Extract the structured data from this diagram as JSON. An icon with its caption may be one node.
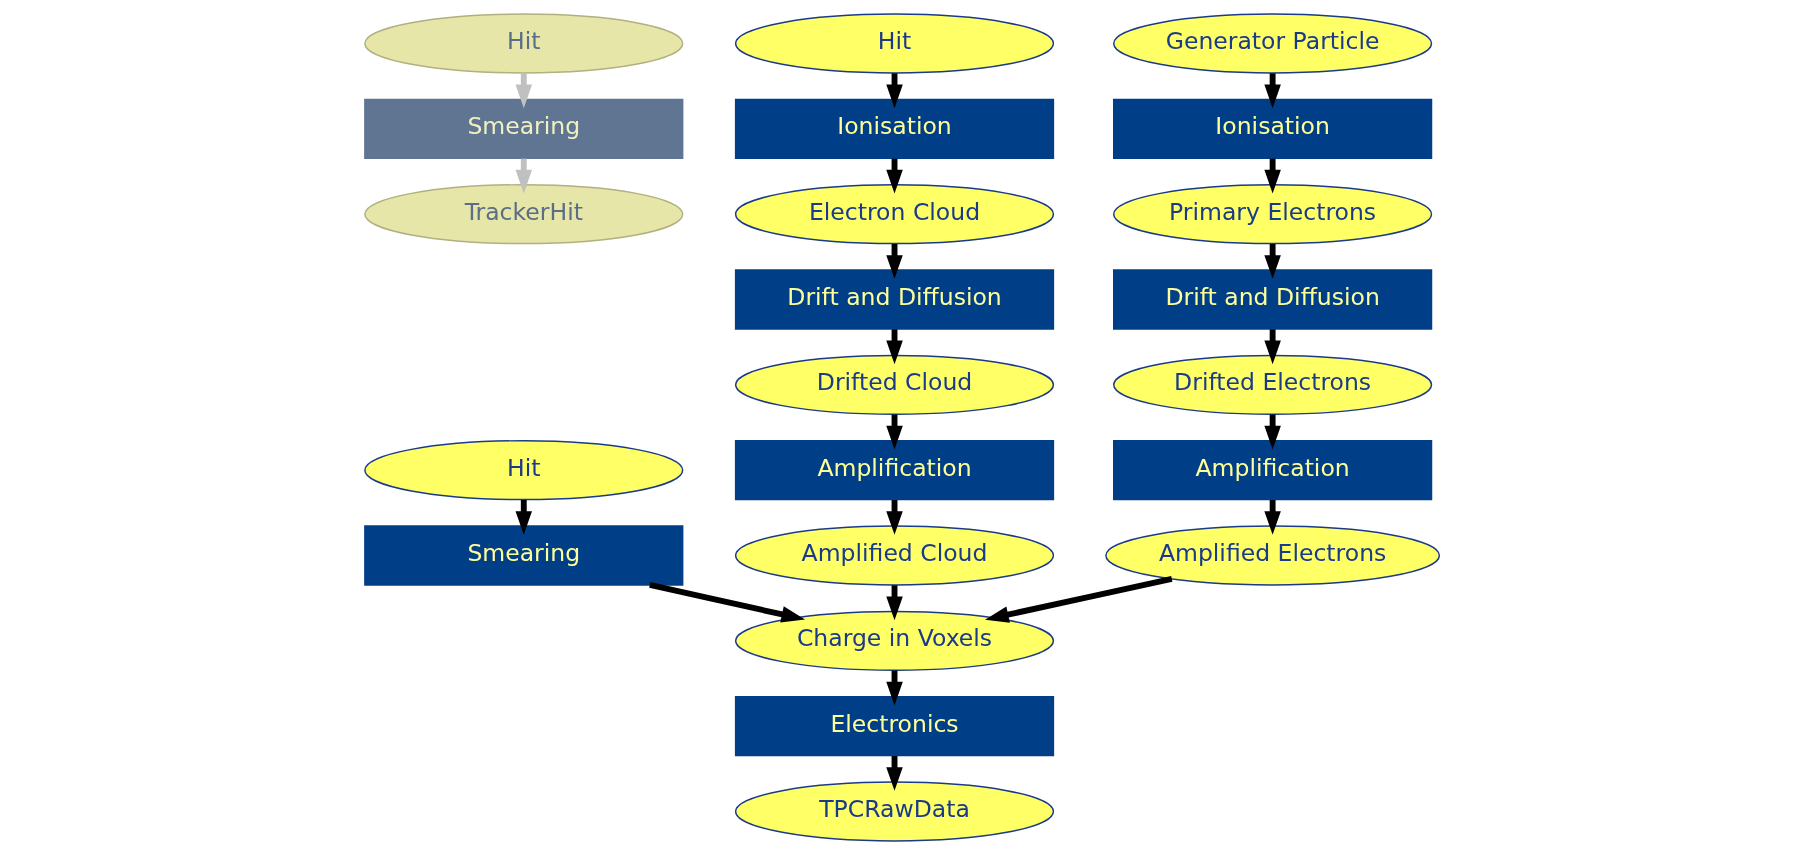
{
  "diagram": {
    "nodes": [
      {
        "text": [
          "Hit"
        ]
      },
      {
        "text": [
          "Smearing"
        ]
      },
      {
        "text": [
          "TrackerHit"
        ]
      },
      {
        "text": [
          "Hit"
        ]
      },
      {
        "text": [
          "Smearing"
        ]
      },
      {
        "text": [
          "Charge in Voxels"
        ]
      },
      {
        "text": [
          "Electronics"
        ]
      },
      {
        "text": [
          "TPCRawData"
        ]
      },
      {
        "text": [
          "Hit"
        ]
      },
      {
        "text": [
          "Ionisation"
        ]
      },
      {
        "text": [
          "Electron Cloud"
        ]
      },
      {
        "text": [
          "Drift and Diffusion"
        ]
      },
      {
        "text": [
          "Drifted Cloud"
        ]
      },
      {
        "text": [
          "Amplification"
        ]
      },
      {
        "text": [
          "Amplified Cloud"
        ]
      },
      {
        "text": [
          "Generator Particle"
        ]
      },
      {
        "text": [
          "Ionisation"
        ]
      },
      {
        "text": [
          "Primary Electrons"
        ]
      },
      {
        "text": [
          "Drift and Diffusion"
        ]
      },
      {
        "text": [
          "Drifted Electrons"
        ]
      },
      {
        "text": [
          "Amplification"
        ]
      },
      {
        "text": [
          "Amplified Electrons"
        ]
      }
    ],
    "edges": [
      {
        "from": 0,
        "to": 1,
        "arrow": "to",
        "color": "#c0c0c0"
      },
      {
        "from": 1,
        "to": 2,
        "arrow": "to",
        "color": "#c0c0c0"
      },
      {
        "from": 3,
        "to": 4,
        "arrow": "to"
      },
      {
        "from": 4,
        "to": 5,
        "arrow": "to"
      },
      {
        "from": 5,
        "to": 6,
        "arrow": "to"
      },
      {
        "from": 6,
        "to": 7,
        "arrow": "to"
      },
      {
        "from": 8,
        "to": 9,
        "arrow": "to"
      },
      {
        "from": 9,
        "to": 10,
        "arrow": "to"
      },
      {
        "from": 10,
        "to": 11,
        "arrow": "to"
      },
      {
        "from": 11,
        "to": 12,
        "arrow": "to"
      },
      {
        "from": 12,
        "to": 13,
        "arrow": "to"
      },
      {
        "from": 13,
        "to": 14,
        "arrow": "to"
      },
      {
        "from": 14,
        "to": 5,
        "arrow": "to"
      },
      {
        "from": 15,
        "to": 16,
        "arrow": "to"
      },
      {
        "from": 16,
        "to": 17,
        "arrow": "to"
      },
      {
        "from": 17,
        "to": 18,
        "arrow": "to"
      },
      {
        "from": 18,
        "to": 19,
        "arrow": "to"
      },
      {
        "from": 19,
        "to": 20,
        "arrow": "to"
      },
      {
        "from": 20,
        "to": 21,
        "arrow": "to"
      },
      {
        "from": 21,
        "to": 5,
        "arrow": "to"
      }
    ]
  }
}
